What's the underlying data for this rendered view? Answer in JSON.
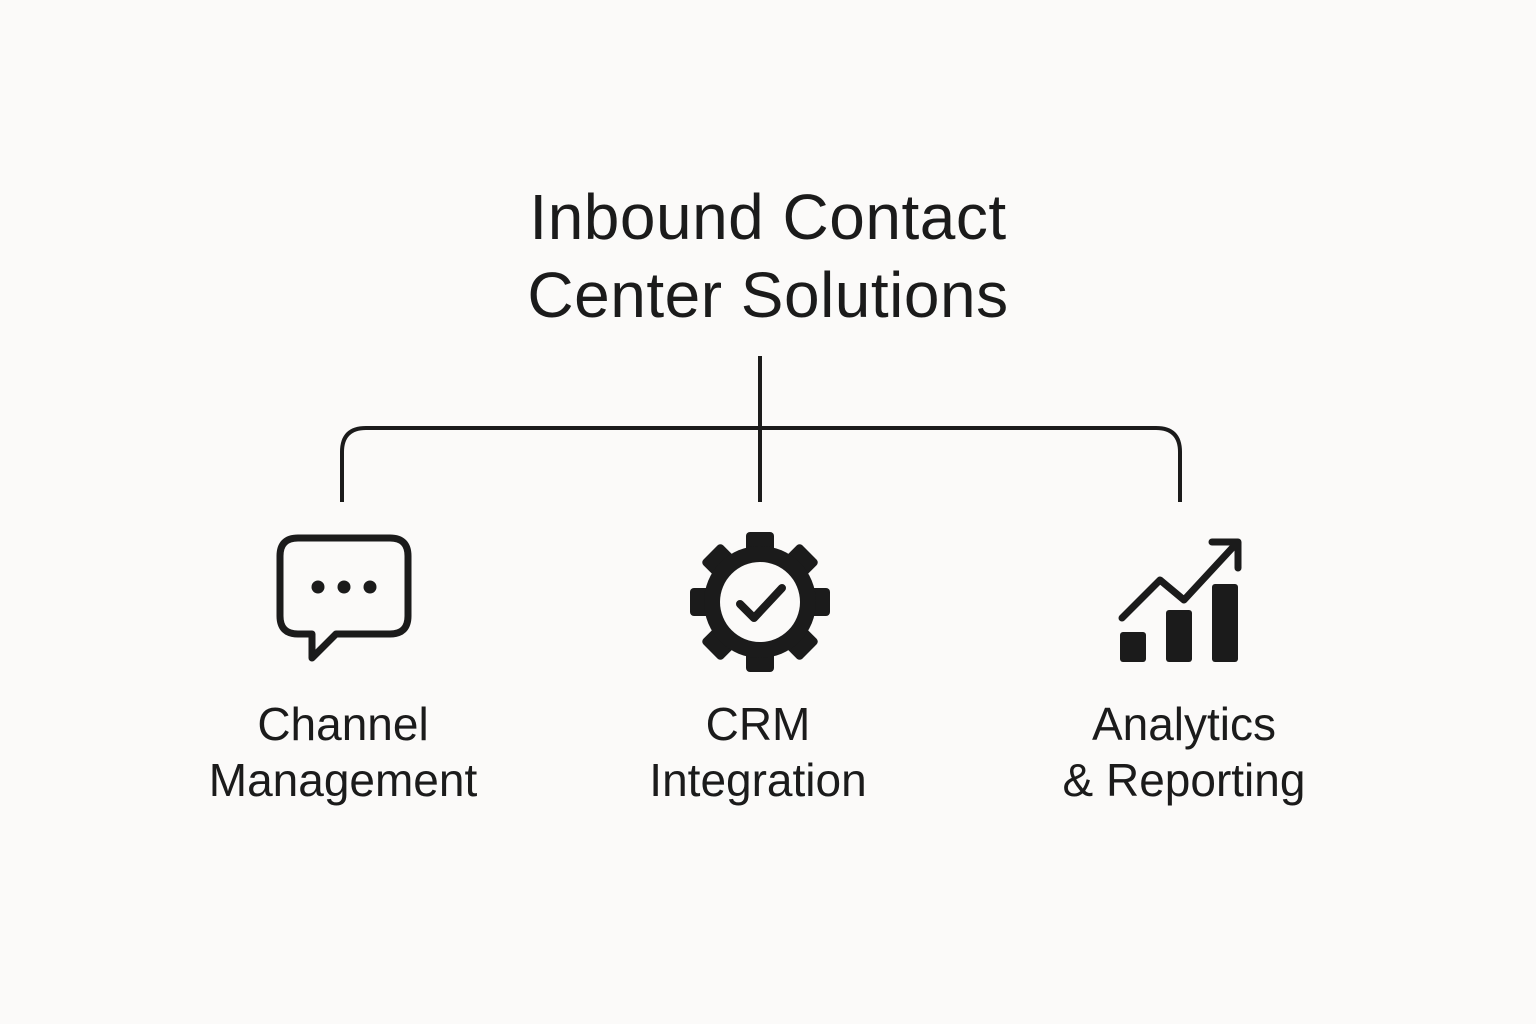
{
  "title": {
    "line1": "Inbound Contact",
    "line2": "Center Solutions"
  },
  "nodes": [
    {
      "line1": "Channel",
      "line2": "Management",
      "icon": "chat-bubble-icon"
    },
    {
      "line1": "CRM",
      "line2": "Integration",
      "icon": "gear-check-icon"
    },
    {
      "line1": "Analytics",
      "line2": "& Reporting",
      "icon": "growth-chart-icon"
    }
  ],
  "colors": {
    "background": "#fbfaf9",
    "ink": "#1b1b1b"
  }
}
